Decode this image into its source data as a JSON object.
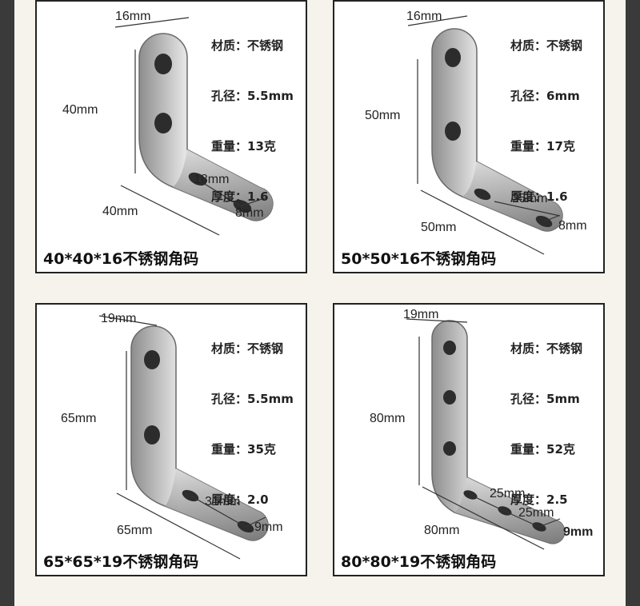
{
  "colors": {
    "background": "#3a3a3a",
    "panel": "#f6f3ec",
    "metal": "#b9b9b9"
  },
  "spec_labels": {
    "material": "材质：",
    "hole": "孔径：",
    "weight": "重量：",
    "thickness": "厚度："
  },
  "products": [
    {
      "material": "不锈钢",
      "hole": "5.5mm",
      "weight": "13克",
      "thickness": "1.6",
      "dims": {
        "width": "16mm",
        "height": "40mm",
        "length": "40mm",
        "hole_gap": "18mm",
        "edge": "8mm"
      },
      "caption": "40*40*16不锈钢角码"
    },
    {
      "material": "不锈钢",
      "hole": "6mm",
      "weight": "17克",
      "thickness": "1.6",
      "dims": {
        "width": "16mm",
        "height": "50mm",
        "length": "50mm",
        "hole_gap": "25mm",
        "edge": "8mm"
      },
      "caption": "50*50*16不锈钢角码"
    },
    {
      "material": "不锈钢",
      "hole": "5.5mm",
      "weight": "35克",
      "thickness": "2.0",
      "dims": {
        "width": "19mm",
        "height": "65mm",
        "length": "65mm",
        "hole_gap": "31mm",
        "edge": "9mm"
      },
      "caption": "65*65*19不锈钢角码"
    },
    {
      "material": "不锈钢",
      "hole": "5mm",
      "weight": "52克",
      "thickness": "2.5",
      "dims": {
        "width": "19mm",
        "height": "80mm",
        "length": "80mm",
        "hole_gap": "25mm",
        "hole_gap_2": "25mm",
        "edge": "9mm"
      },
      "caption": "80*80*19不锈钢角码"
    }
  ]
}
